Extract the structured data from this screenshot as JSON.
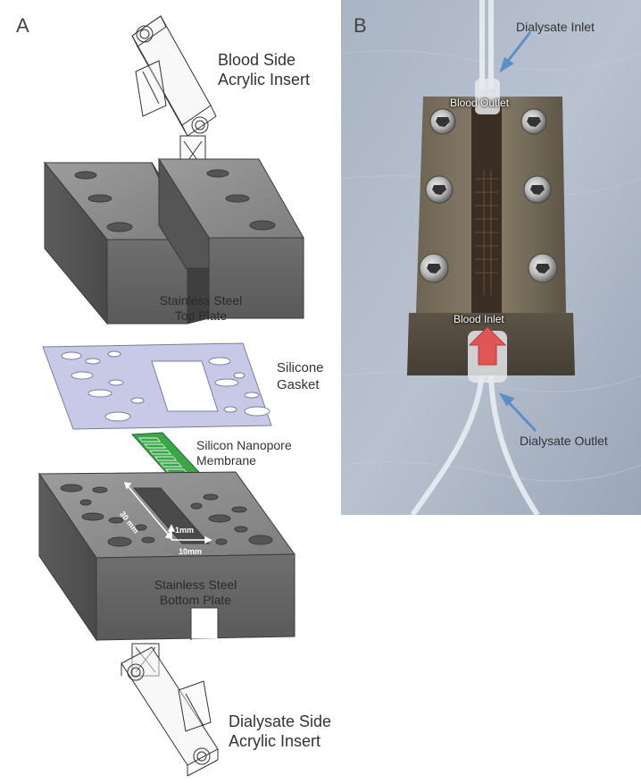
{
  "panel_a": {
    "label": "A",
    "blood_insert": {
      "line1": "Blood Side",
      "line2": "Acrylic Insert"
    },
    "top_plate": {
      "line1": "Stainless Steel",
      "line2": "Top Plate"
    },
    "gasket": {
      "line1": "Silicone",
      "line2": "Gasket"
    },
    "membrane": {
      "line1": "Silicon Nanopore",
      "line2": "Membrane"
    },
    "bottom_plate": {
      "line1": "Stainless Steel",
      "line2": "Bottom Plate"
    },
    "dialysate_insert": {
      "line1": "Dialysate Side",
      "line2": "Acrylic Insert"
    },
    "dims": {
      "length": "30 mm",
      "height": "1mm",
      "width": "10mm"
    }
  },
  "panel_b": {
    "label": "B",
    "dialysate_inlet": "Dialysate Inlet",
    "blood_outlet": "Blood Outlet",
    "blood_inlet": "Blood Inlet",
    "dialysate_outlet": "Dialysate Outlet"
  },
  "colors": {
    "steel_top": "#8a8a8a",
    "steel_front": "#6b6b6b",
    "gasket": "#c7c9e6",
    "membrane": "#3aa64a",
    "arrow_blue": "#5b8fc9",
    "arrow_red": "#e05555"
  }
}
